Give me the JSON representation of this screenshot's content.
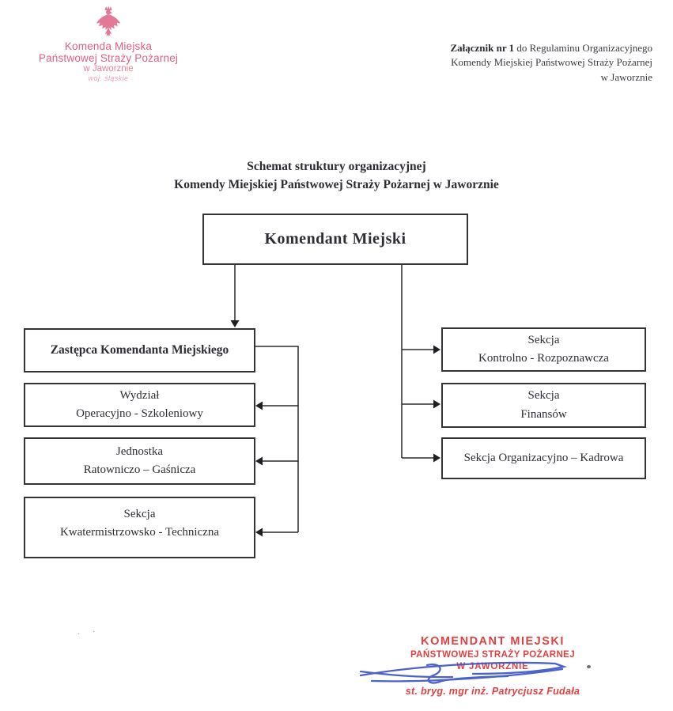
{
  "logo": {
    "line1": "Komenda Miejska",
    "line2": "Państwowej Straży Pożarnej",
    "line3": "w Jaworznie",
    "line4": "woj. śląskie",
    "color": "#dd5f80",
    "eagle_icon": "crowned-eagle-stamp"
  },
  "attachment_note": {
    "line1_bold": "Załącznik nr 1",
    "line1_rest": " do Regulaminu Organizacyjnego",
    "line2": "Komendy Miejskiej Państwowej Straży Pożarnej",
    "line3": "w Jaworznie"
  },
  "title": "Schemat struktury organizacyjnej\nKomendy Miejskiej Państwowej Straży Pożarnej w Jaworznie",
  "orgchart": {
    "root": {
      "label": "Komendant Miejski"
    },
    "left": [
      {
        "label": "Zastępca Komendanta Miejskiego"
      },
      {
        "label": "Wydział\nOperacyjno - Szkoleniowy"
      },
      {
        "label": "Jednostka\nRatowniczo – Gaśnicza"
      },
      {
        "label": "Sekcja\nKwatermistrzowsko - Techniczna"
      }
    ],
    "right": [
      {
        "label": "Sekcja\nKontrolno - Rozpoznawcza"
      },
      {
        "label": "Sekcja\nFinansów"
      },
      {
        "label": "Sekcja Organizacyjno – Kadrowa"
      }
    ],
    "line_color": "#2a2a2c"
  },
  "stamp": {
    "line1": "KOMENDANT MIEJSKI",
    "line2": "PAŃSTWOWEJ STRAŻY POŻARNEJ",
    "line3": "W JAWORZNIE",
    "name": "st. bryg. mgr inż. Patrycjusz Fudała",
    "red": "#e04040",
    "signature_blue": "#3c55c8"
  },
  "marks": {
    "bottom_left": ". ·"
  }
}
